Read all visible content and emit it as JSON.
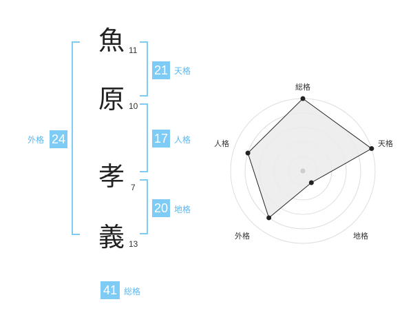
{
  "name_chars": [
    {
      "char": "魚",
      "strokes": "11"
    },
    {
      "char": "原",
      "strokes": "10"
    },
    {
      "char": "孝",
      "strokes": "7"
    },
    {
      "char": "義",
      "strokes": "13"
    }
  ],
  "kakusu": {
    "tenkaku": {
      "value": "21",
      "label": "天格"
    },
    "jinkaku": {
      "value": "17",
      "label": "人格"
    },
    "chikaku": {
      "value": "20",
      "label": "地格"
    },
    "gaikaku": {
      "value": "24",
      "label": "外格"
    },
    "soukaku": {
      "value": "41",
      "label": "総格"
    }
  },
  "chart_data": {
    "type": "radar",
    "axes": [
      "総格",
      "天格",
      "地格",
      "外格",
      "人格"
    ],
    "values": [
      5,
      5,
      1,
      4,
      4
    ],
    "max": 5,
    "rings": 5,
    "colors": {
      "fill": "#ebebeb",
      "line": "#222222",
      "point": "#222222",
      "ring": "#dddddd",
      "center": "#cccccc"
    }
  }
}
